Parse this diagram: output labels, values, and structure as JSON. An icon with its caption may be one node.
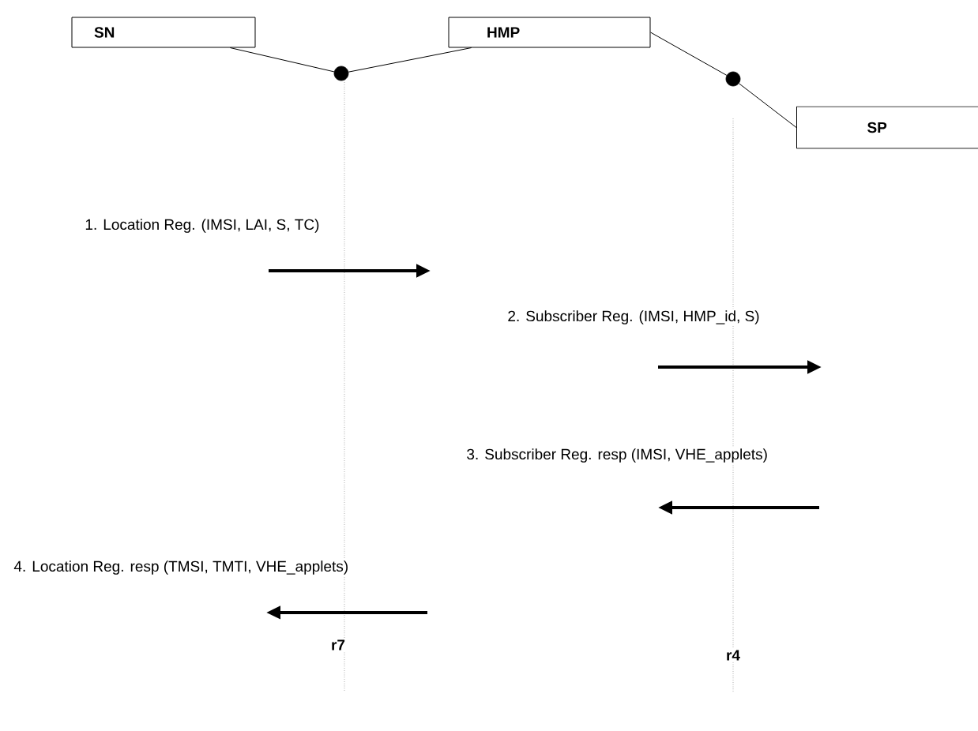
{
  "diagram": {
    "nodes": [
      {
        "text": [
          "SN"
        ]
      },
      {
        "text": [],
        "shape": "circle"
      },
      {
        "text": [
          "HMP"
        ]
      },
      {
        "text": [
          "SP"
        ]
      },
      {
        "text": [],
        "shape": "circle"
      }
    ],
    "edges": [
      {
        "from": 0,
        "to": 1,
        "arrow": "none"
      },
      {
        "from": 1,
        "to": 2,
        "arrow": "none"
      },
      {
        "from": 2,
        "to": 4,
        "arrow": "none"
      },
      {
        "from": 4,
        "to": 3,
        "arrow": "none"
      }
    ],
    "labels": [
      "1. Location Reg. (IMSI, LAI, S, TC)",
      "2. Subscriber Reg. (IMSI, HMP_id, S)",
      "3. Subscriber Reg. resp (IMSI, VHE_applets)",
      "4. Location Reg. resp (TMSI, TMTI, VHE_applets)",
      "r7",
      "r4"
    ]
  }
}
